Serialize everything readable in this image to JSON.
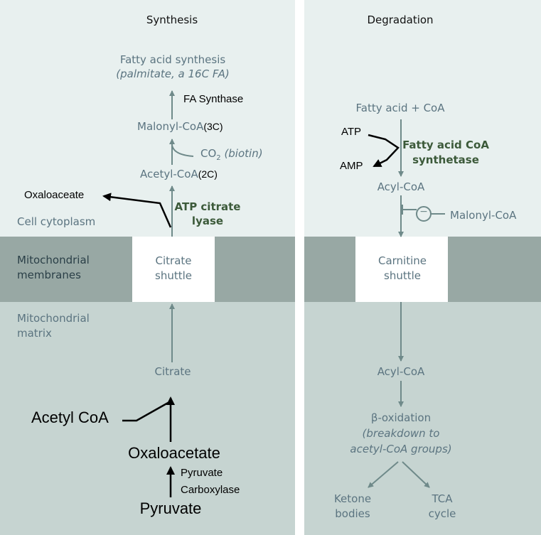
{
  "synthesis": {
    "heading": "Synthesis",
    "fa_synthesis": "Fatty acid synthesis",
    "palmitate_note": "(palmitate, a 16C FA)",
    "fa_synthase": "FA Synthase",
    "malonyl_coa": "Malonyl-CoA",
    "malonyl_c": "(3C)",
    "co2": "CO",
    "co2_sub": "2",
    "biotin": "(biotin)",
    "acetyl_coa": "Acetyl-CoA",
    "acetyl_c": "(2C)",
    "oxaloacetate_top": "Oxaloaceate",
    "atp_citrate_lyase": [
      "ATP citrate",
      "lyase"
    ],
    "cell_cytoplasm": "Cell cytoplasm",
    "mito_membranes": [
      "Mitochondrial",
      "membranes"
    ],
    "citrate_shuttle": [
      "Citrate",
      "shuttle"
    ],
    "mito_matrix": [
      "Mitochondrial",
      "matrix"
    ],
    "citrate": "Citrate",
    "acetyl_coa_big": "Acetyl CoA",
    "oxaloacetate_big": "Oxaloacetate",
    "pyruvate_carboxylase": [
      "Pyruvate",
      "Carboxylase"
    ],
    "pyruvate": "Pyruvate"
  },
  "degradation": {
    "heading": "Degradation",
    "fa_coa": "Fatty acid + CoA",
    "atp": "ATP",
    "amp": "AMP",
    "fa_coa_synthetase": [
      "Fatty acid CoA",
      "synthetase"
    ],
    "acyl_coa_top": "Acyl-CoA",
    "inhibitor_symbol": "−",
    "malonyl_coa": "Malonyl-CoA",
    "carnitine_shuttle": [
      "Carnitine",
      "shuttle"
    ],
    "acyl_coa_bottom": "Acyl-CoA",
    "beta_oxidation": "β-oxidation",
    "beta_note": [
      "(breakdown to",
      "acetyl-CoA groups)"
    ],
    "ketone_bodies": [
      "Ketone",
      "bodies"
    ],
    "tca_cycle": [
      "TCA",
      "cycle"
    ]
  },
  "colors": {
    "light_band": "#e8f0ef",
    "membrane_band": "#98a8a4",
    "matrix_band": "#c6d4d1",
    "pathway_arrow": "#6f8a8a",
    "label_gray": "#5b7480",
    "enzyme_green": "#3c5a3a"
  }
}
